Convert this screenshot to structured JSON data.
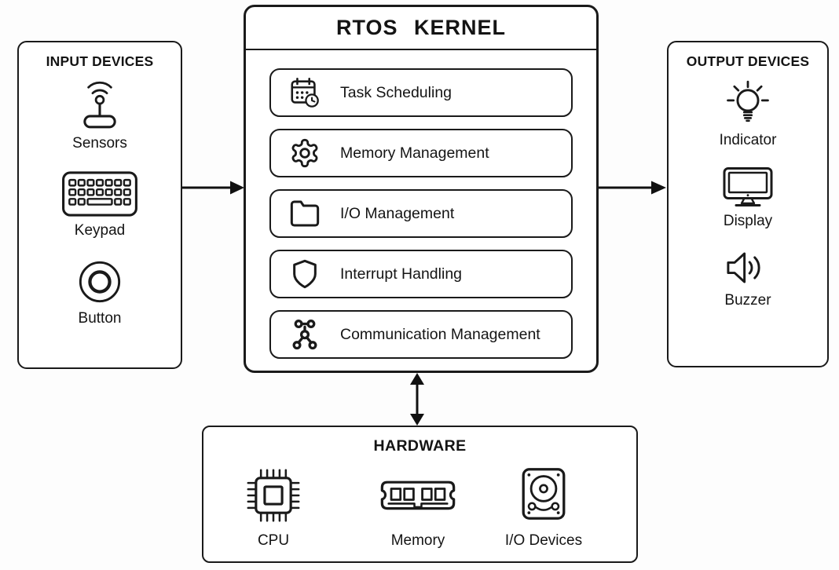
{
  "colors": {
    "line": "#1a1a1a",
    "background": "#fdfdfd",
    "panel_fill": "#ffffff"
  },
  "input_devices": {
    "title": "INPUT DEVICES",
    "items": [
      {
        "label": "Sensors",
        "icon": "wireless-sensor-icon"
      },
      {
        "label": "Keypad",
        "icon": "keypad-icon"
      },
      {
        "label": "Button",
        "icon": "push-button-icon"
      }
    ]
  },
  "kernel": {
    "title": "RTOS KERNEL",
    "modules": [
      {
        "label": "Task Scheduling",
        "icon": "calendar-clock-icon"
      },
      {
        "label": "Memory Management",
        "icon": "gear-icon"
      },
      {
        "label": "I/O Management",
        "icon": "folder-icon"
      },
      {
        "label": "Interrupt Handling",
        "icon": "shield-icon"
      },
      {
        "label": "Communication Management",
        "icon": "network-nodes-icon"
      }
    ]
  },
  "output_devices": {
    "title": "OUTPUT DEVICES",
    "items": [
      {
        "label": "Indicator",
        "icon": "light-bulb-icon"
      },
      {
        "label": "Display",
        "icon": "monitor-icon"
      },
      {
        "label": "Buzzer",
        "icon": "speaker-icon"
      }
    ]
  },
  "hardware": {
    "title": "HARDWARE",
    "items": [
      {
        "label": "CPU",
        "icon": "cpu-chip-icon"
      },
      {
        "label": "Memory",
        "icon": "ram-module-icon"
      },
      {
        "label": "I/O Devices",
        "icon": "hard-drive-icon"
      }
    ]
  },
  "arrows": [
    {
      "name": "input-to-kernel",
      "direction": "right"
    },
    {
      "name": "kernel-to-output",
      "direction": "right"
    },
    {
      "name": "kernel-hardware",
      "direction": "both"
    }
  ]
}
